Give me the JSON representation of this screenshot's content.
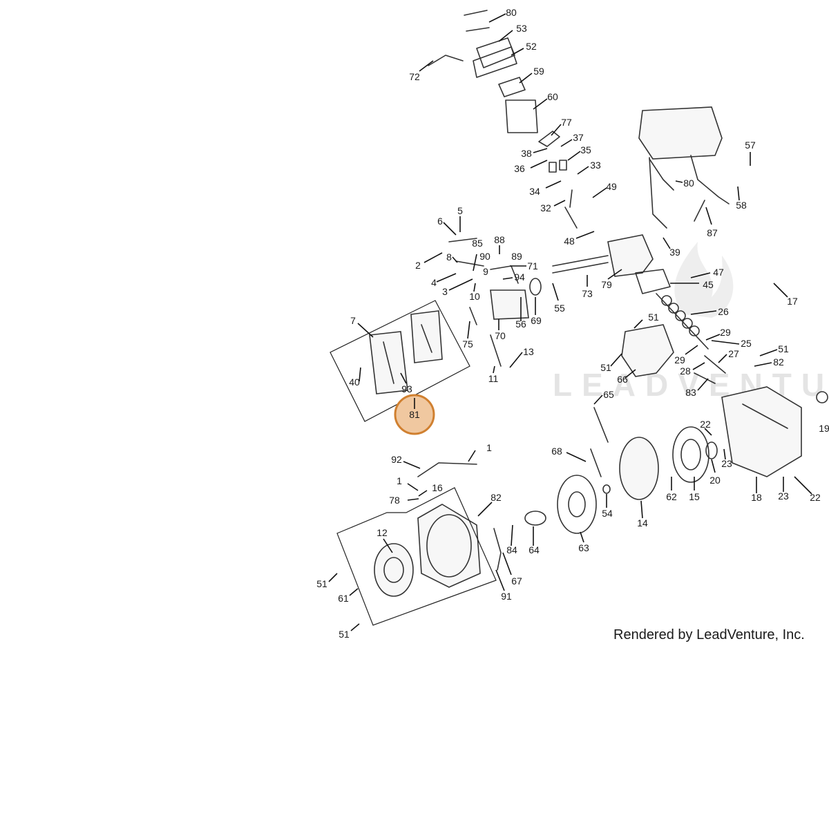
{
  "watermark": "LEADVENTUR",
  "credit": "Rendered by LeadVenture, Inc.",
  "highlight": {
    "label": "81",
    "color": "#f0c8a0",
    "stroke": "#d08030"
  },
  "labels": {
    "l80a": "80",
    "l53": "53",
    "l52": "52",
    "l72": "72",
    "l59": "59",
    "l60": "60",
    "l77": "77",
    "l37": "37",
    "l38": "38",
    "l35": "35",
    "l36": "36",
    "l33": "33",
    "l34": "34",
    "l49": "49",
    "l32": "32",
    "l48": "48",
    "l57": "57",
    "l80b": "80",
    "l58": "58",
    "l87": "87",
    "l39": "39",
    "l47": "47",
    "l45": "45",
    "l17": "17",
    "l5": "5",
    "l6": "6",
    "l88": "88",
    "l90": "90",
    "l89": "89",
    "l2": "2",
    "l8": "8",
    "l85": "85",
    "l71": "71",
    "l9": "9",
    "l4": "4",
    "l94": "94",
    "l3": "3",
    "l10": "10",
    "l79": "79",
    "l73": "73",
    "l55": "55",
    "l69": "69",
    "l56": "56",
    "l26": "26",
    "l75": "75",
    "l70": "70",
    "l7": "7",
    "l51a": "51",
    "l29a": "29",
    "l25": "25",
    "l51b": "51",
    "l13": "13",
    "l27": "27",
    "l82a": "82",
    "l29b": "29",
    "l28": "28",
    "l40": "40",
    "l93": "93",
    "l11": "11",
    "l66": "66",
    "l83": "83",
    "l65": "65",
    "l19": "19",
    "l22a": "22",
    "l1a": "1",
    "l68": "68",
    "l92": "92",
    "l23a": "23",
    "l20": "20",
    "l62": "62",
    "l15": "15",
    "l18": "18",
    "l23b": "23",
    "l22b": "22",
    "l1b": "1",
    "l16": "16",
    "l78": "78",
    "l54": "54",
    "l14": "14",
    "l82b": "82",
    "l12": "12",
    "l84": "84",
    "l64": "64",
    "l63": "63",
    "l67": "67",
    "l51c": "51",
    "l61": "61",
    "l91": "91",
    "l51d": "51"
  },
  "icons": {
    "fuel": "flame-watermark-icon"
  }
}
